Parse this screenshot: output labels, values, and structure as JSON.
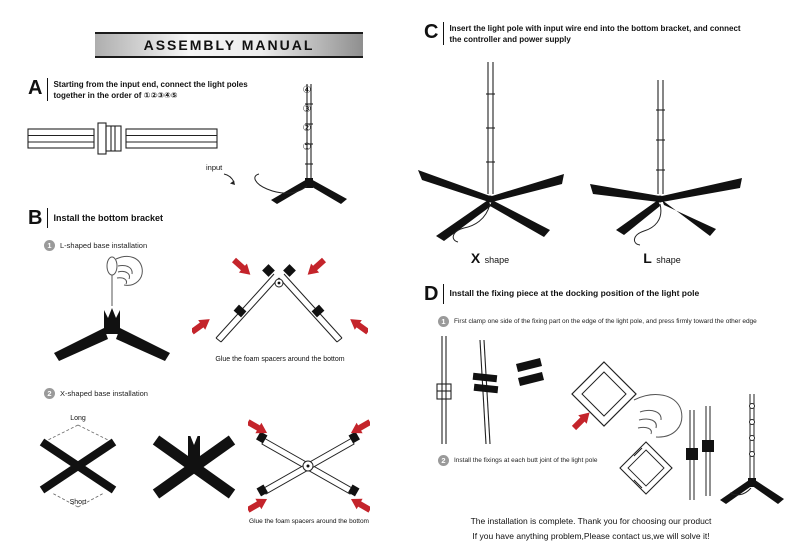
{
  "title": "ASSEMBLY MANUAL",
  "section_a": {
    "letter": "A",
    "line1": "Starting from the input end, connect the light poles",
    "line2": "together in the order of ①②③④⑤",
    "input_label": "input",
    "pole_numbers": [
      "④",
      "③",
      "②",
      "①"
    ]
  },
  "section_b": {
    "letter": "B",
    "title": "Install the bottom bracket",
    "step1_num": "1",
    "step1_text": "L-shaped base installation",
    "caption1": "Glue the foam spacers around the bottom",
    "step2_num": "2",
    "step2_text": "X-shaped base installation",
    "long_label": "Long",
    "short_label": "Short",
    "caption2": "Glue the foam spacers around the bottom"
  },
  "section_c": {
    "letter": "C",
    "line1": "Insert the light pole with input wire end into the bottom bracket, and connect",
    "line2": "the controller and power supply",
    "x_shape_letter": "X",
    "x_shape_word": "shape",
    "l_shape_letter": "L",
    "l_shape_word": "shape"
  },
  "section_d": {
    "letter": "D",
    "title": "Install the fixing piece at the docking position of the light pole",
    "step1_num": "1",
    "step1_text": "First clamp one side of the fixing part on the edge of the light pole, and press firmly toward the other edge",
    "step2_num": "2",
    "step2_text": "Install the fixings at each butt joint of the light pole"
  },
  "footer": {
    "line1": "The installation is complete. Thank you for choosing our product",
    "line2": "If you have anything problem,Please contact us,we will solve it!"
  },
  "colors": {
    "arrow_red": "#c4242b",
    "ink": "#111111",
    "step_badge_gray": "#9a9a9a"
  }
}
